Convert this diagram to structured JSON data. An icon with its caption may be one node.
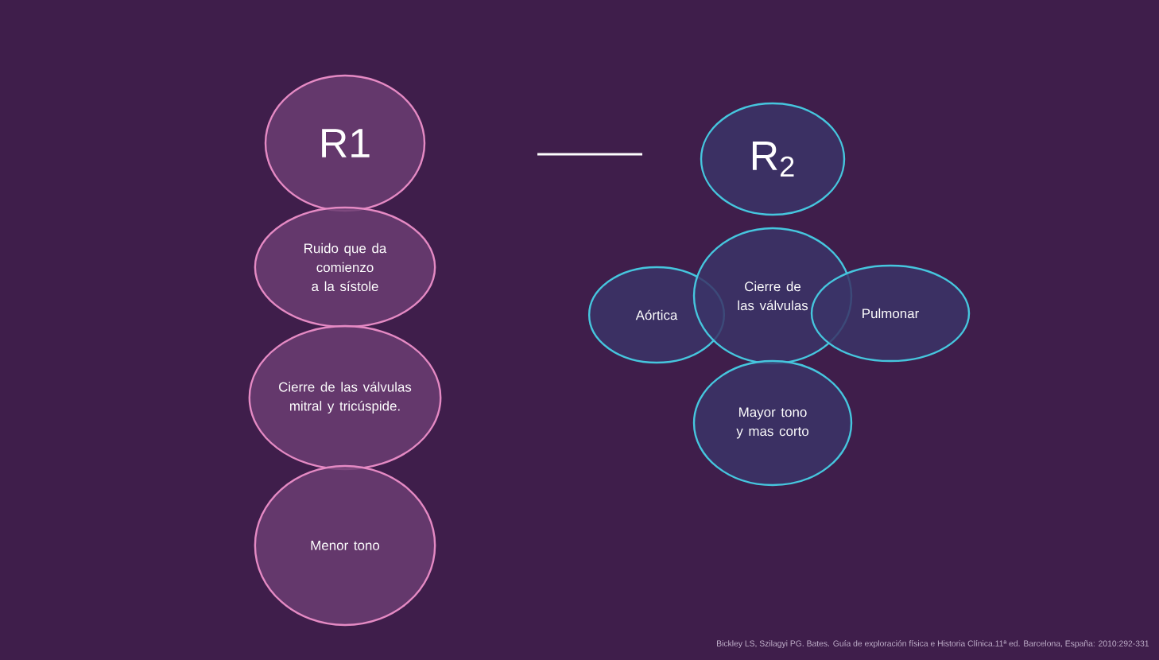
{
  "diagram": {
    "nodes": [
      {
        "text": [
          "R1"
        ]
      },
      {
        "text": [
          "Ruido que da comienzo a la sístole"
        ]
      },
      {
        "text": [
          "Cierre de las válvulas mitral y tricúspide."
        ]
      },
      {
        "text": [
          "Menor tono"
        ]
      },
      {
        "text": [
          "R$_{2}$"
        ]
      },
      {
        "text": [
          "Aórtica"
        ]
      },
      {
        "text": [
          "Cierre de las válvulas"
        ]
      },
      {
        "text": [
          "Pulmonar"
        ]
      },
      {
        "text": [
          "Mayor tono y mas corto"
        ]
      }
    ],
    "edges": [],
    "labels": [
      "Bickley LS, Szilagyi PG. Bates. Guía de exploración física e Historia Clínica.11ª ed. Barcelona, España: 2010:292-331"
    ]
  }
}
